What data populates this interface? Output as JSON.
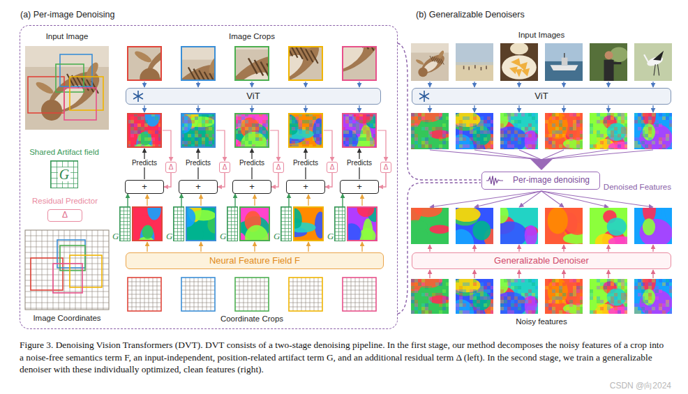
{
  "diagram": {
    "caption": "Figure 3. Denoising Vision Transformers (DVT). DVT consists of a two-stage denoising pipeline. In the first stage, our method decomposes the noisy features of a crop into a noise-free semantics term F, an input-independent, position-related artifact term G, and an additional residual term Δ (left). In the second stage, we train a generalizable denoiser with these individually optimized, clean features (right).",
    "nodes": [
      {
        "text": [
          "(a) Per-image Denoising"
        ]
      },
      {
        "text": [
          "ViT"
        ],
        "in": 0
      },
      {
        "text": [
          "+"
        ],
        "in": 0
      },
      {
        "text": [
          "+"
        ],
        "in": 0
      },
      {
        "text": [
          "+"
        ],
        "in": 0
      },
      {
        "text": [
          "+"
        ],
        "in": 0
      },
      {
        "text": [
          "+"
        ],
        "in": 0
      },
      {
        "text": [
          "Δ"
        ],
        "in": 0
      },
      {
        "text": [
          "Δ"
        ],
        "in": 0
      },
      {
        "text": [
          "Δ"
        ],
        "in": 0
      },
      {
        "text": [
          "Δ"
        ],
        "in": 0
      },
      {
        "text": [
          "Δ"
        ],
        "in": 0
      },
      {
        "text": [
          "G"
        ],
        "in": 0
      },
      {
        "text": [
          "G"
        ],
        "in": 0
      },
      {
        "text": [
          "G"
        ],
        "in": 0
      },
      {
        "text": [
          "G"
        ],
        "in": 0
      },
      {
        "text": [
          "G"
        ],
        "in": 0
      },
      {
        "text": [
          "Shared Artifact field",
          "G"
        ],
        "in": 0
      },
      {
        "text": [
          "Residual Predictor",
          "Δ"
        ],
        "in": 0
      },
      {
        "text": [
          "Neural Feature Field F"
        ],
        "in": 0
      },
      {
        "text": [
          "ViT"
        ]
      },
      {
        "text": [
          "Per-image denoising"
        ]
      },
      {
        "text": [
          "Generalizable Denoiser"
        ]
      }
    ],
    "edges": [
      {
        "from": 7,
        "to": 2,
        "arrow": "to"
      },
      {
        "from": 12,
        "to": 2,
        "arrow": "to"
      },
      {
        "from": 8,
        "to": 3,
        "arrow": "to"
      },
      {
        "from": 13,
        "to": 3,
        "arrow": "to"
      },
      {
        "from": 9,
        "to": 4,
        "arrow": "to"
      },
      {
        "from": 14,
        "to": 4,
        "arrow": "to"
      },
      {
        "from": 10,
        "to": 5,
        "arrow": "to"
      },
      {
        "from": 15,
        "to": 5,
        "arrow": "to"
      },
      {
        "from": 11,
        "to": 6,
        "arrow": "to"
      },
      {
        "from": 16,
        "to": 6,
        "arrow": "to"
      }
    ],
    "labels": [
      "Input Image",
      "Image Crops",
      "Predicts",
      "Predicts",
      "Predicts",
      "Predicts",
      "Predicts",
      "Image Coordinates",
      "Coordinate Crops",
      "(b) Generalizable Denoisers",
      "Input Images",
      "Denoised Features",
      "Noisy features",
      "CSDN @向2024"
    ]
  }
}
